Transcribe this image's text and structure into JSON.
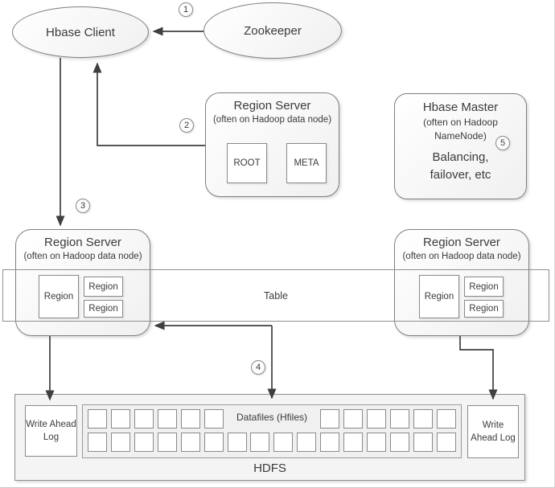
{
  "diagram": {
    "hbase_client": {
      "label": "Hbase Client"
    },
    "zookeeper": {
      "label": "Zookeeper"
    },
    "meta_region_server": {
      "title": "Region Server",
      "subtitle": "(often on Hadoop data node)",
      "root_label": "ROOT",
      "meta_label": "META"
    },
    "hbase_master": {
      "title": "Hbase Master",
      "subtitle_line1": "(often on Hadoop",
      "subtitle_line2": "NameNode)",
      "body_line1": "Balancing,",
      "body_line2": "failover, etc"
    },
    "region_server_left": {
      "title": "Region Server",
      "subtitle": "(often on Hadoop data node)",
      "regions": [
        "Region",
        "Region",
        "Region"
      ]
    },
    "region_server_right": {
      "title": "Region Server",
      "subtitle": "(often on Hadoop data node)",
      "regions": [
        "Region",
        "Region",
        "Region"
      ]
    },
    "table_band": {
      "label": "Table"
    },
    "hdfs": {
      "label": "HDFS",
      "wal_left_label": "Write Ahead Log",
      "wal_right_label": "Write Ahead Log",
      "datafiles": {
        "label": "Datafiles (Hfiles)",
        "top_left_count": 6,
        "top_right_count": 6,
        "bottom_count": 16
      }
    },
    "steps": [
      {
        "label": "1"
      },
      {
        "label": "2"
      },
      {
        "label": "3"
      },
      {
        "label": "4"
      },
      {
        "label": "5"
      }
    ],
    "colors": {
      "shape_border": "#7f7f7f",
      "line": "#3f3f3f",
      "shape_fill": "#f0f0f0"
    }
  }
}
